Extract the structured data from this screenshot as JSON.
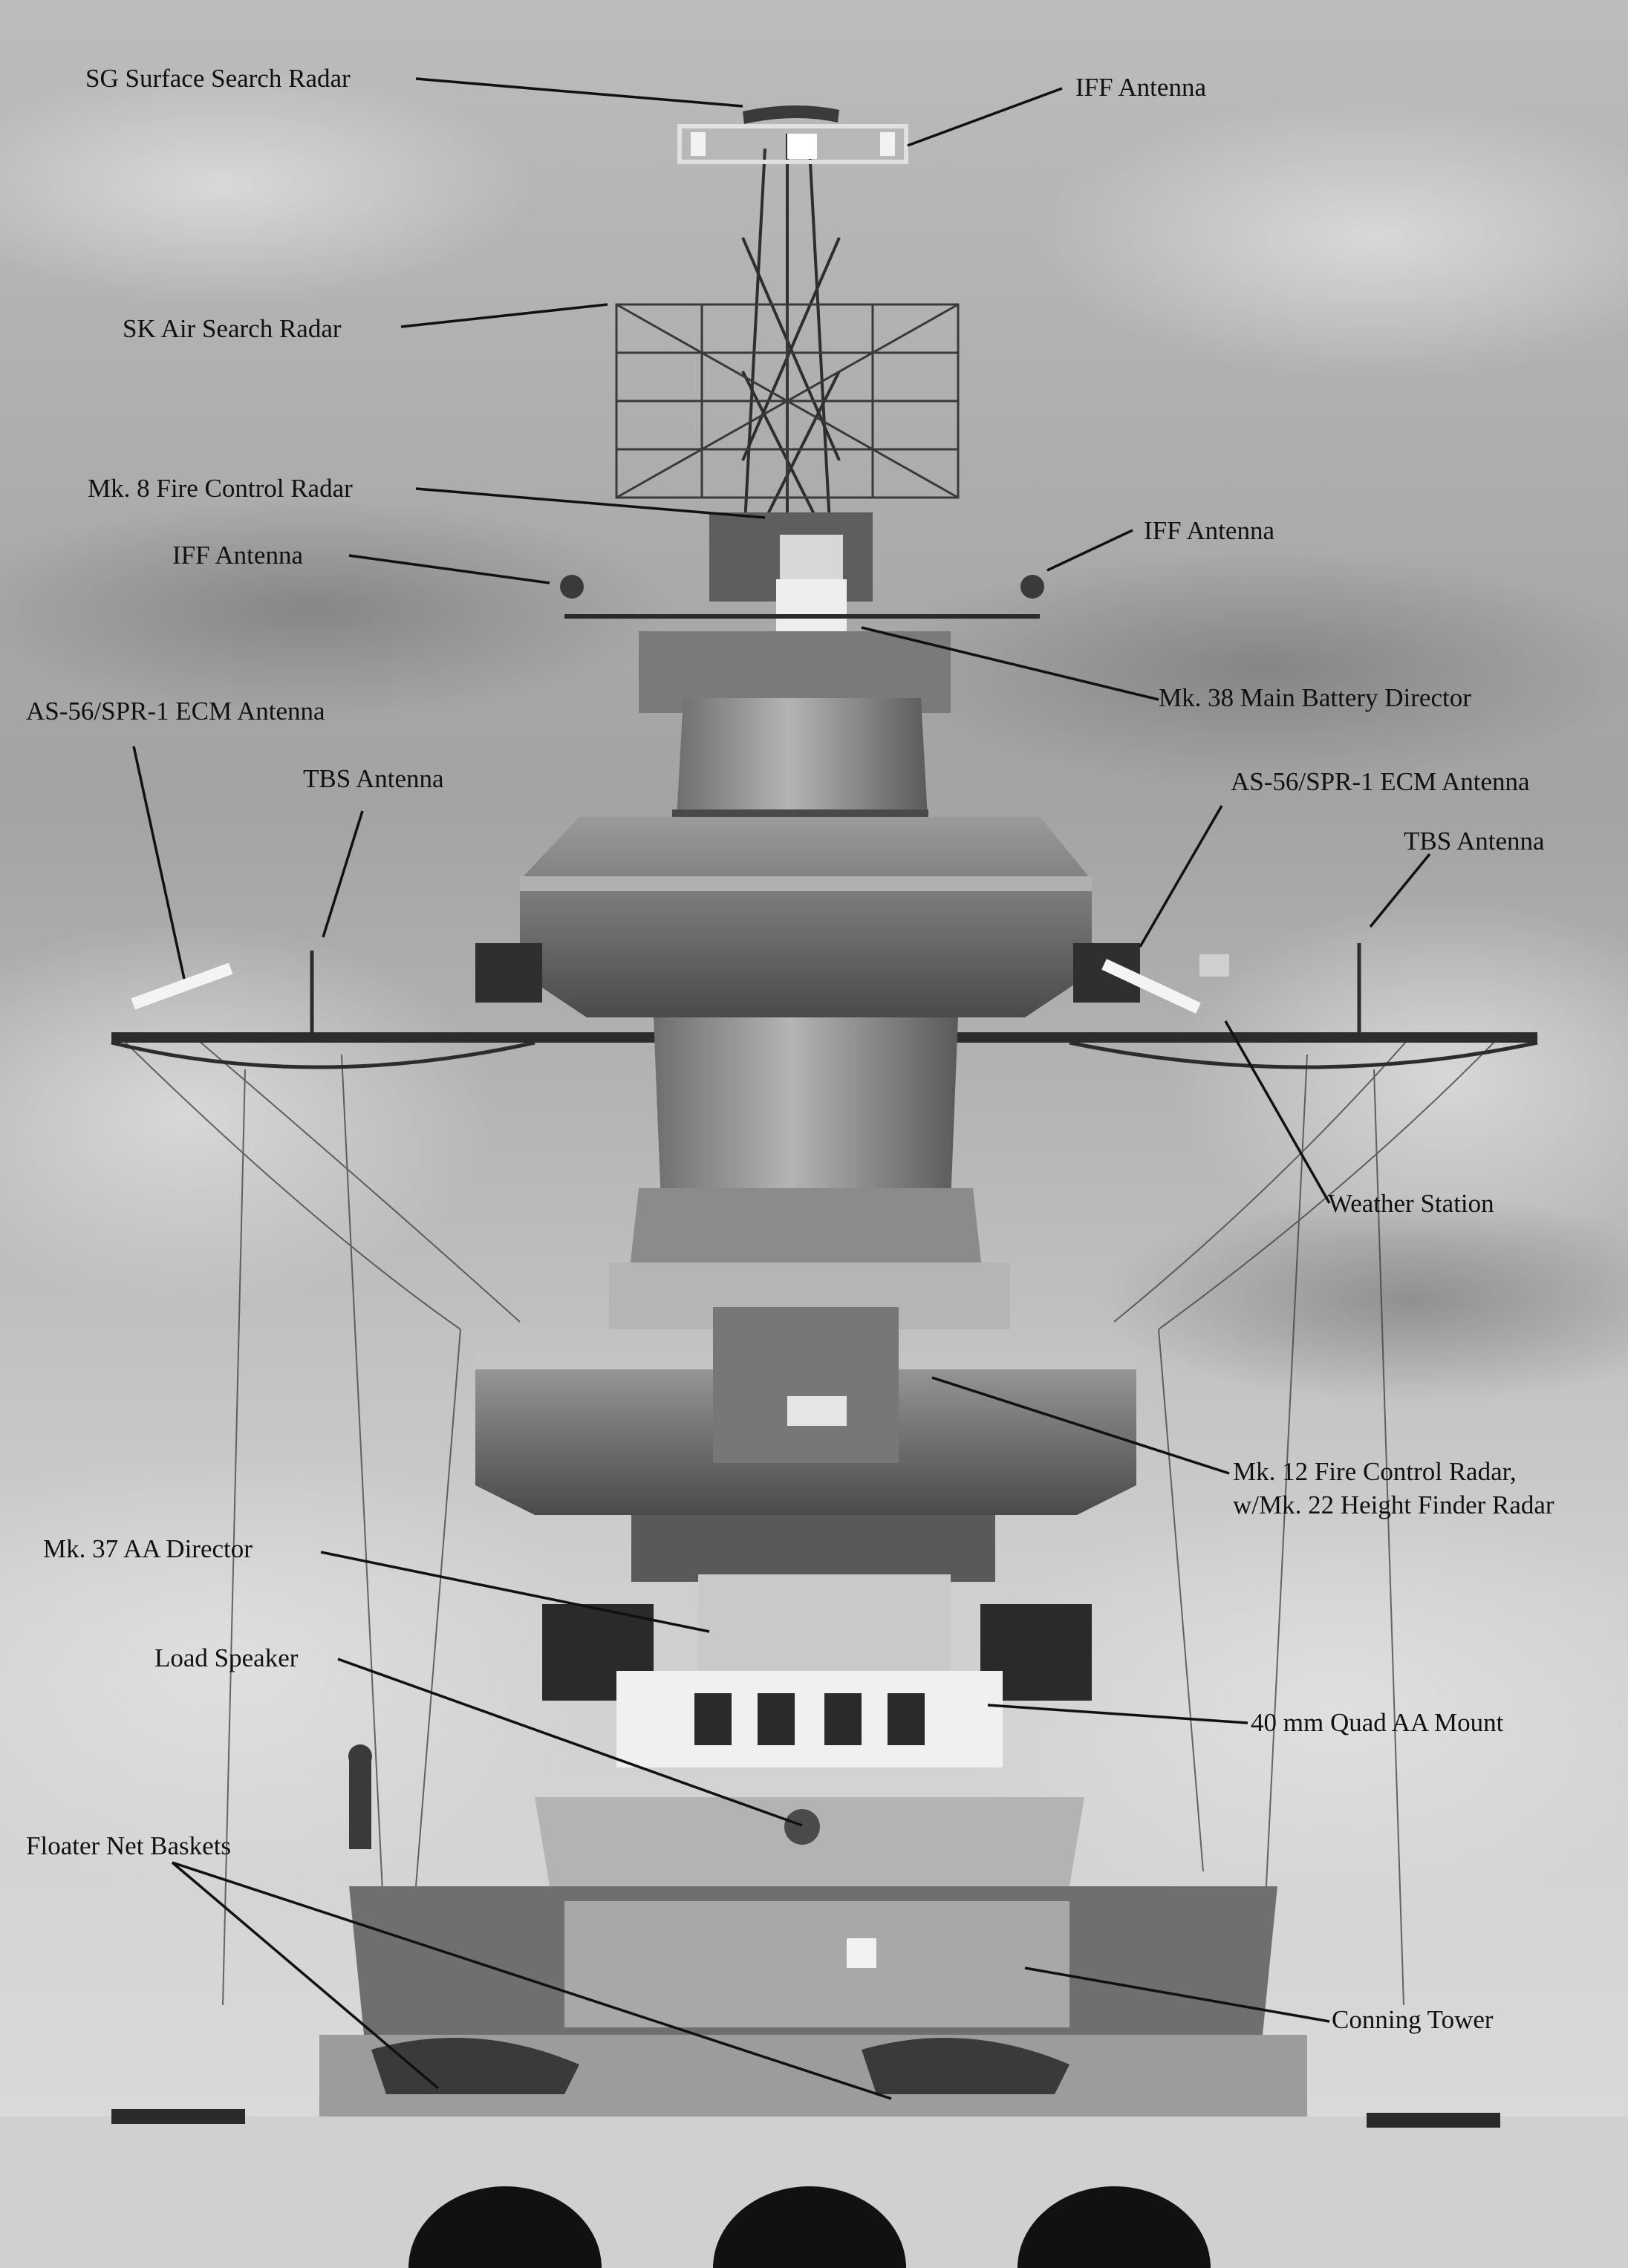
{
  "photo": {
    "subject": "battleship-superstructure",
    "tone": "grayscale",
    "palette": {
      "sky_light": "#cfcfcf",
      "sky_dark": "#7d7d7d",
      "steel_light": "#bdbdbd",
      "steel_mid": "#8a8a8a",
      "steel_dark": "#3a3a3a",
      "leader_line": "#111111"
    }
  },
  "callouts": [
    {
      "id": "sg-radar",
      "text": "SG Surface Search Radar"
    },
    {
      "id": "iff-top",
      "text": "IFF Antenna"
    },
    {
      "id": "sk-radar",
      "text": "SK Air Search Radar"
    },
    {
      "id": "mk8-radar",
      "text": "Mk. 8 Fire Control Radar"
    },
    {
      "id": "iff-left",
      "text": "IFF Antenna"
    },
    {
      "id": "iff-right",
      "text": "IFF Antenna"
    },
    {
      "id": "mk38-director",
      "text": "Mk. 38 Main Battery Director"
    },
    {
      "id": "ecm-left",
      "text": "AS-56/SPR-1 ECM Antenna"
    },
    {
      "id": "tbs-left",
      "text": "TBS Antenna"
    },
    {
      "id": "ecm-right",
      "text": "AS-56/SPR-1 ECM Antenna"
    },
    {
      "id": "tbs-right",
      "text": "TBS Antenna"
    },
    {
      "id": "weather-station",
      "text": "Weather Station"
    },
    {
      "id": "mk12-radar",
      "text": "Mk. 12 Fire Control Radar,\nw/Mk. 22 Height Finder Radar"
    },
    {
      "id": "mk37-director",
      "text": "Mk. 37 AA Director"
    },
    {
      "id": "load-speaker",
      "text": "Load Speaker"
    },
    {
      "id": "quad-40mm",
      "text": "40 mm Quad AA Mount"
    },
    {
      "id": "floater-net",
      "text": "Floater Net Baskets"
    },
    {
      "id": "conning-tower",
      "text": "Conning Tower"
    }
  ]
}
